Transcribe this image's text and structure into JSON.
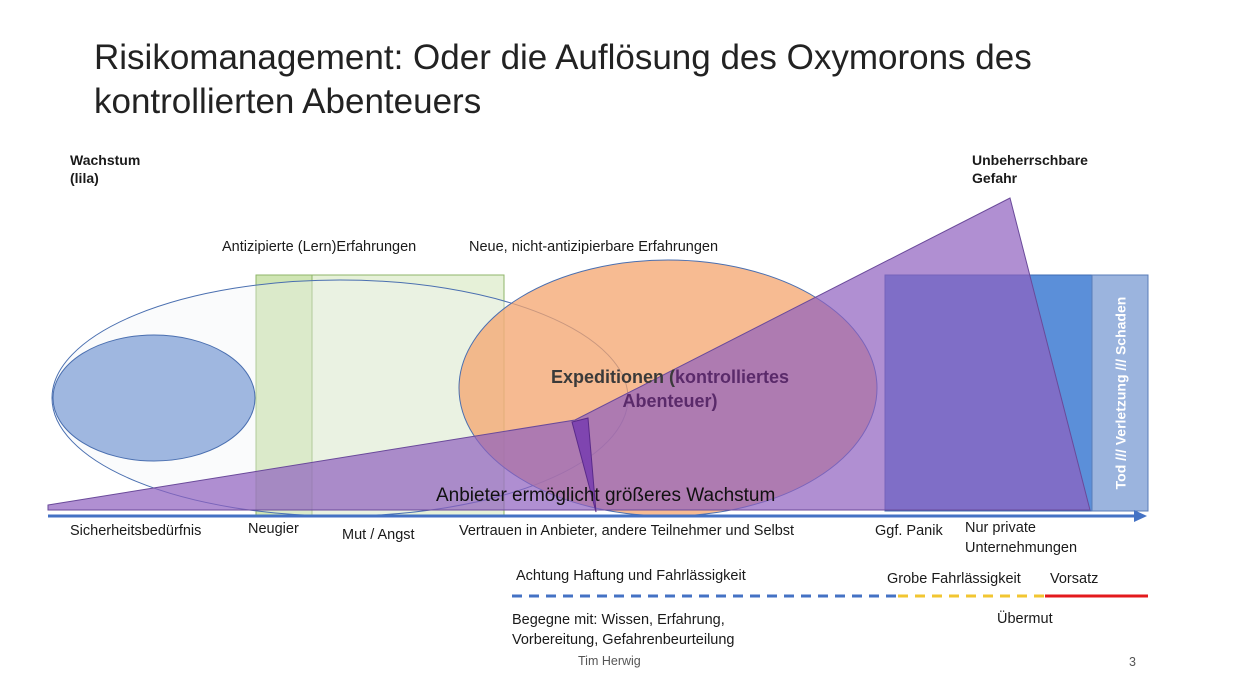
{
  "title_line1": "Risikomanagement: Oder die Auflösung des Oxymorons des",
  "title_line2": "kontrollierten Abenteuers",
  "top_left": {
    "line1": "Wachstum",
    "line2": "(lila)"
  },
  "top_right": {
    "line1": "Unbeherrschbare",
    "line2": "Gefahr"
  },
  "header_antizipiert": "Antizipierte (Lern)Erfahrungen",
  "header_neue": "Neue, nicht-antizipierbare Erfahrungen",
  "center_label": {
    "part1": "Expeditionen (",
    "part2": "kontrolliertes",
    "line2": "Abenteuer)"
  },
  "growth_label": "Anbieter ermöglicht größeres Wachstum",
  "vertical_label": "Tod /// Verletzung /// Schaden",
  "axis_labels": {
    "sicherheit": "Sicherheitsbedürfnis",
    "neugier": "Neugier",
    "mut": "Mut / Angst",
    "vertrauen": "Vertrauen in Anbieter, andere Teilnehmer und Selbst",
    "panik": "Ggf. Panik",
    "private_line1": "Nur private",
    "private_line2": "Unternehmungen"
  },
  "liability": {
    "achtung": "Achtung Haftung und Fahrlässigkeit",
    "grobe": "Grobe Fahrlässigkeit",
    "vorsatz": "Vorsatz"
  },
  "begegne_line1": "Begegne mit: Wissen, Erfahrung,",
  "begegne_line2": "Vorbereitung, Gefahrenbeurteilung",
  "uebermut": "Übermut",
  "footer": "Tim Herwig",
  "page_number": "3",
  "colors": {
    "purple": "#8e5fbf",
    "orange": "#f2a26b",
    "green": "#c6e0a6",
    "light_green": "#e4f0d6",
    "blue_ellipse": "#8eaadb",
    "blue_rect": "#5b8fd9",
    "light_blue": "#8dd3f5",
    "axis_blue": "#4472c4",
    "dashed_yellow": "#f2c631",
    "red": "#e31a1c"
  }
}
